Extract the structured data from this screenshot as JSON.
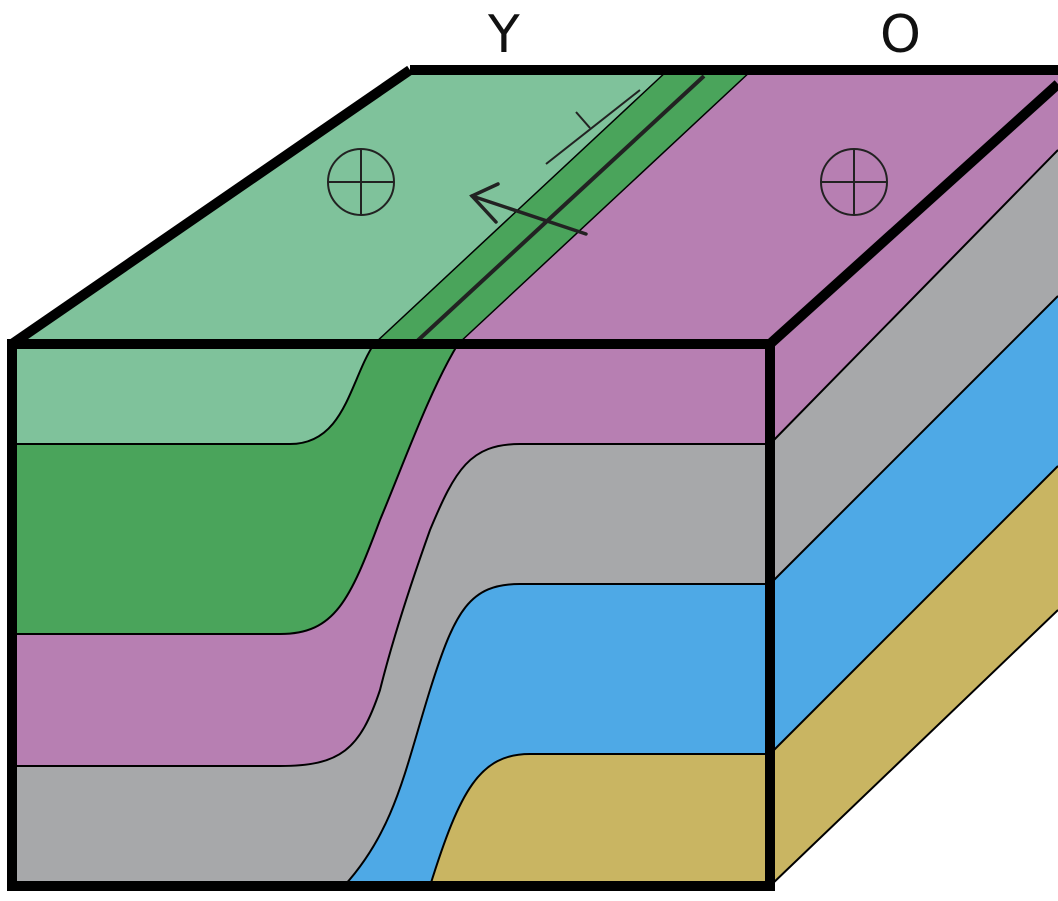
{
  "labels": {
    "left": "Y",
    "right": "O"
  },
  "colors": {
    "light_green": "#7fc29b",
    "dark_green": "#4aa45b",
    "purple": "#b77fb2",
    "gray": "#a7a8aa",
    "blue": "#4ea9e6",
    "tan": "#c9b562",
    "outline": "#000000"
  },
  "symbols": [
    "horizontal-bedding-symbol",
    "horizontal-bedding-symbol",
    "strike-dip-symbol",
    "dip-arrow"
  ]
}
